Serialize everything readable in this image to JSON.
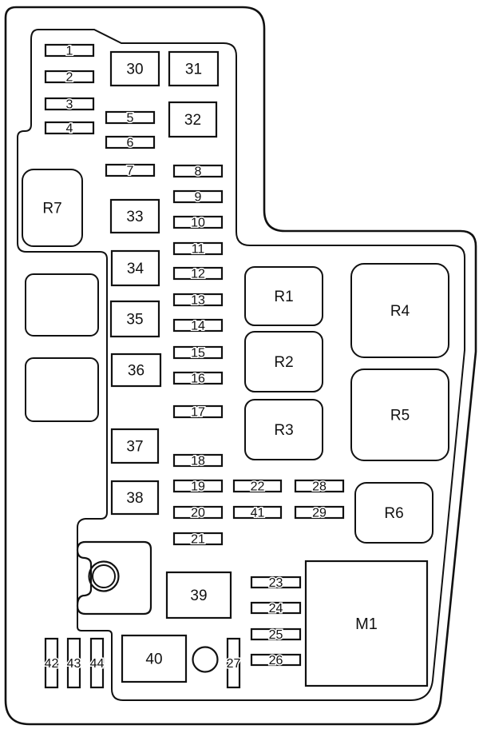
{
  "figure": {
    "background": "#ffffff",
    "line_color": "#111111",
    "kind": "fuse-box-diagram"
  },
  "labels": {
    "f1": "1",
    "f2": "2",
    "f3": "3",
    "f4": "4",
    "f5": "5",
    "f6": "6",
    "f7": "7",
    "f8": "8",
    "f9": "9",
    "f10": "10",
    "f11": "11",
    "f12": "12",
    "f13": "13",
    "f14": "14",
    "f15": "15",
    "f16": "16",
    "f17": "17",
    "f18": "18",
    "f19": "19",
    "f20": "20",
    "f21": "21",
    "f22": "22",
    "f23": "23",
    "f24": "24",
    "f25": "25",
    "f26": "26",
    "f27": "27",
    "f28": "28",
    "f29": "29",
    "f41": "41",
    "f42": "42",
    "f43": "43",
    "f44": "44",
    "b30": "30",
    "b31": "31",
    "b32": "32",
    "b33": "33",
    "b34": "34",
    "b35": "35",
    "b36": "36",
    "b37": "37",
    "b38": "38",
    "b39": "39",
    "b40": "40",
    "r1": "R1",
    "r2": "R2",
    "r3": "R3",
    "r4": "R4",
    "r5": "R5",
    "r6": "R6",
    "r7": "R7",
    "m1": "M1"
  }
}
